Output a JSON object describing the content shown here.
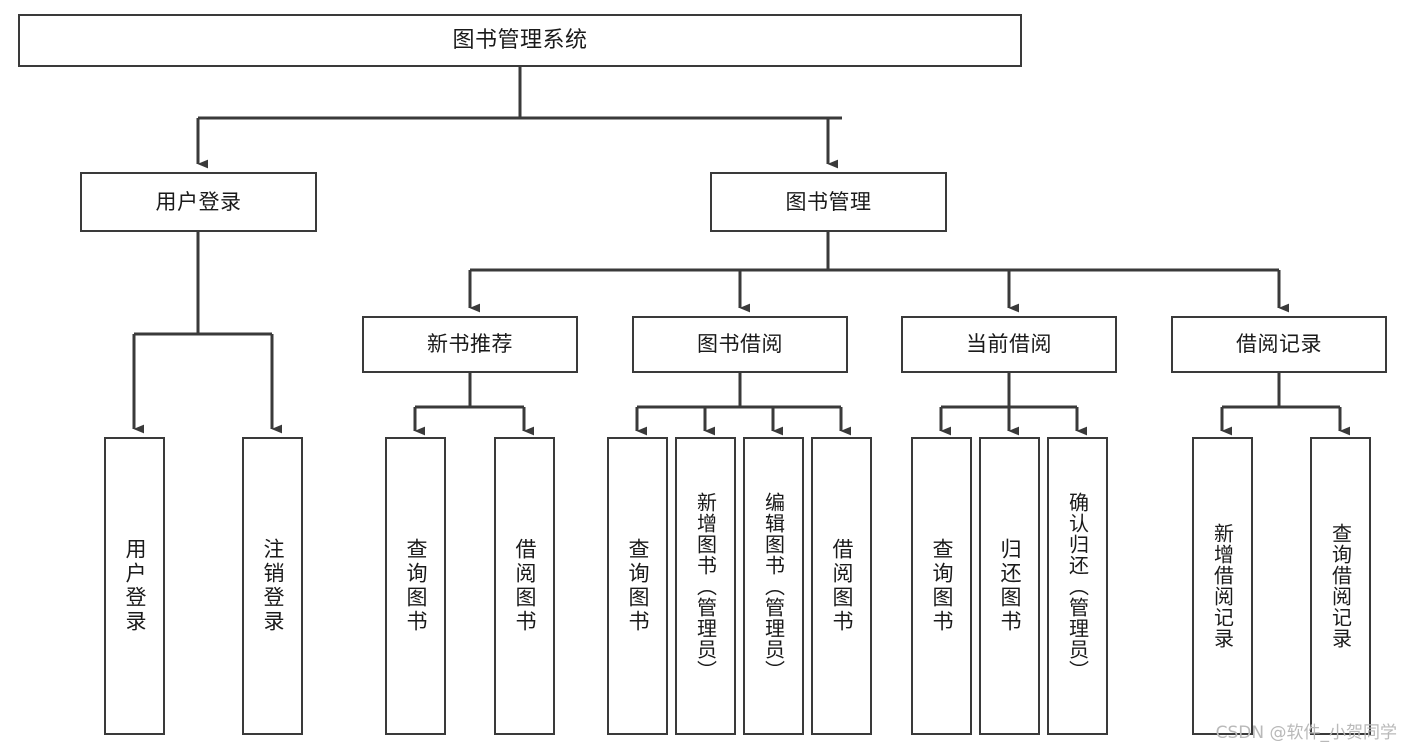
{
  "diagram": {
    "title": "图书管理系统",
    "type": "tree-hierarchy-diagram",
    "watermark": "CSDN @软件_小贺同学",
    "colors": {
      "stroke": "#3a3a3a",
      "fill": "#ffffff",
      "text": "#1a1a1a",
      "watermark": "#b9b9b9"
    },
    "levels": {
      "root": {
        "label": "图书管理系统"
      },
      "level1": [
        {
          "id": "user-login",
          "label": "用户登录"
        },
        {
          "id": "book-management",
          "label": "图书管理"
        }
      ],
      "level2": [
        {
          "id": "new-book-recommend",
          "label": "新书推荐",
          "parent": "book-management"
        },
        {
          "id": "book-borrow",
          "label": "图书借阅",
          "parent": "book-management"
        },
        {
          "id": "current-borrow",
          "label": "当前借阅",
          "parent": "book-management"
        },
        {
          "id": "borrow-record",
          "label": "借阅记录",
          "parent": "book-management"
        }
      ],
      "leaves": {
        "user-login": [
          {
            "id": "leaf-user-login",
            "label": "用户登录"
          },
          {
            "id": "leaf-logout-login",
            "label": "注销登录"
          }
        ],
        "new-book-recommend": [
          {
            "id": "leaf-query-book-1",
            "label": "查询图书"
          },
          {
            "id": "leaf-borrow-book-1",
            "label": "借阅图书"
          }
        ],
        "book-borrow": [
          {
            "id": "leaf-query-book-2",
            "label": "查询图书"
          },
          {
            "id": "leaf-add-book-admin",
            "label": "新增图书（管理员）"
          },
          {
            "id": "leaf-edit-book-admin",
            "label": "编辑图书（管理员）"
          },
          {
            "id": "leaf-borrow-book-2",
            "label": "借阅图书"
          }
        ],
        "current-borrow": [
          {
            "id": "leaf-query-book-3",
            "label": "查询图书"
          },
          {
            "id": "leaf-return-book",
            "label": "归还图书"
          },
          {
            "id": "leaf-confirm-return-admin",
            "label": "确认归还（管理员）"
          }
        ],
        "borrow-record": [
          {
            "id": "leaf-add-borrow-record",
            "label": "新增借阅记录"
          },
          {
            "id": "leaf-query-borrow-record",
            "label": "查询借阅记录"
          }
        ]
      }
    }
  }
}
